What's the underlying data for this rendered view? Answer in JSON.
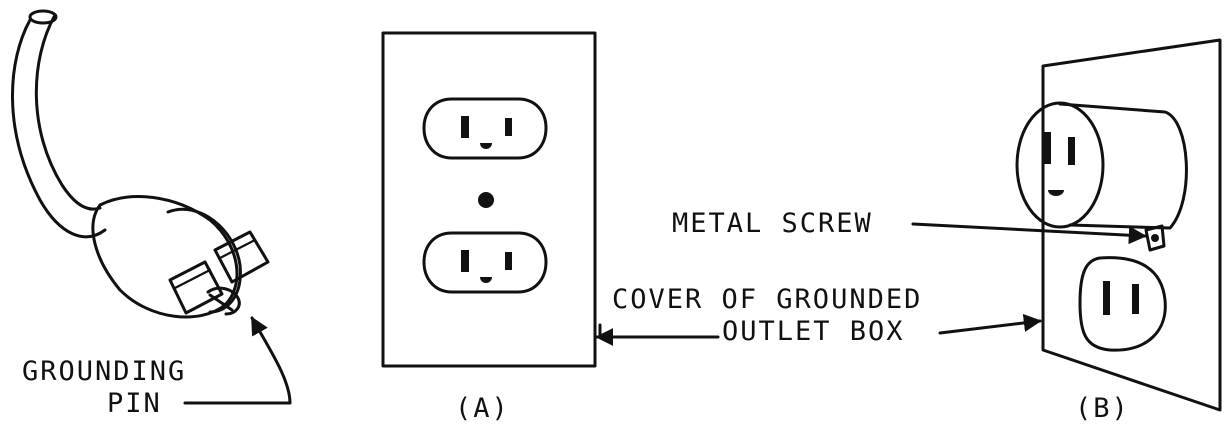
{
  "labels": {
    "grounding_line1": "GROUNDING",
    "grounding_line2": "PIN",
    "panel_a": "(A)",
    "panel_b": "(B)",
    "metal_screw": "METAL SCREW",
    "cover_line1": "COVER OF GROUNDED",
    "cover_line2": "OUTLET BOX"
  }
}
